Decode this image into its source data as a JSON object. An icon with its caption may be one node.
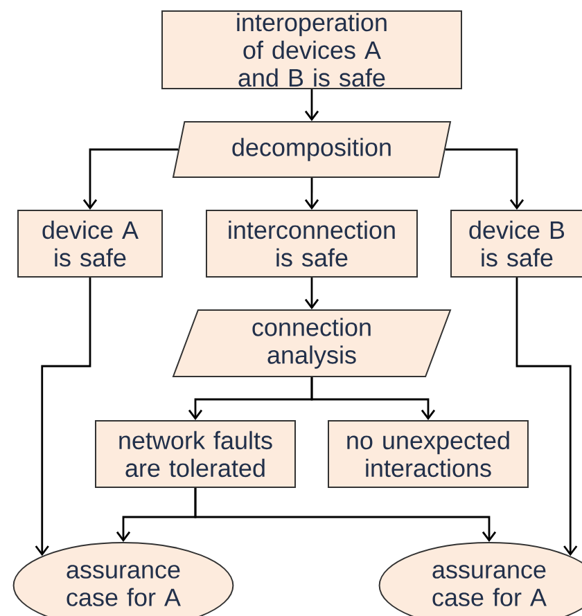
{
  "diagram": {
    "nodes": [
      {
        "text": [
          "interoperation of devices A and B is safe"
        ]
      },
      {
        "text": [
          "decomposition"
        ]
      },
      {
        "text": [
          "device A is safe"
        ]
      },
      {
        "text": [
          "interconnection is safe"
        ]
      },
      {
        "text": [
          "device B is safe"
        ]
      },
      {
        "text": [
          "connection analysis"
        ]
      },
      {
        "text": [
          "network faults are tolerated"
        ]
      },
      {
        "text": [
          "no unexpected interactions"
        ]
      },
      {
        "text": [
          "assurance case for A"
        ]
      },
      {
        "text": [
          "assurance case for A"
        ]
      }
    ],
    "edges": [
      {
        "from": 0,
        "to": 1,
        "arrow": "to"
      },
      {
        "from": 1,
        "to": 2,
        "arrow": "to"
      },
      {
        "from": 1,
        "to": 3,
        "arrow": "to"
      },
      {
        "from": 1,
        "to": 4,
        "arrow": "to"
      },
      {
        "from": 3,
        "to": 5,
        "arrow": "to"
      },
      {
        "from": 5,
        "to": 6,
        "arrow": "to"
      },
      {
        "from": 5,
        "to": 7,
        "arrow": "to"
      },
      {
        "from": 2,
        "to": 8,
        "arrow": "to"
      },
      {
        "from": 6,
        "to": 8,
        "arrow": "to"
      },
      {
        "from": 6,
        "to": 9,
        "arrow": "to"
      },
      {
        "from": 4,
        "to": 9,
        "arrow": "to"
      }
    ]
  }
}
